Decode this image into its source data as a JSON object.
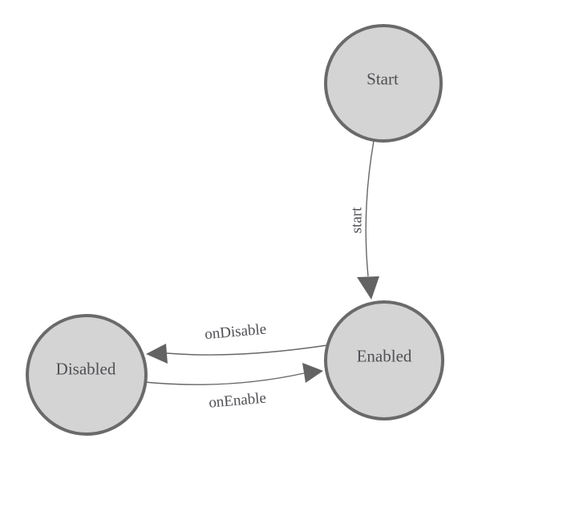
{
  "diagram": {
    "kind": "state-machine-graph",
    "background": "#ffffff"
  },
  "colors": {
    "node_fill": "#d4d4d4",
    "node_stroke": "#6a6a6a",
    "edge_stroke": "#666666",
    "arrow_fill": "#636363",
    "label_text": "#505055"
  },
  "nodes": [
    {
      "id": "start",
      "label": "Start"
    },
    {
      "id": "enabled",
      "label": "Enabled"
    },
    {
      "id": "disabled",
      "label": "Disabled"
    }
  ],
  "edges": [
    {
      "id": "start-transition",
      "label": "start",
      "from": "Start",
      "to": "Enabled"
    },
    {
      "id": "on-disable-transition",
      "label": "onDisable",
      "from": "Enabled",
      "to": "Disabled"
    },
    {
      "id": "on-enable-transition",
      "label": "onEnable",
      "from": "Disabled",
      "to": "Enabled"
    }
  ]
}
